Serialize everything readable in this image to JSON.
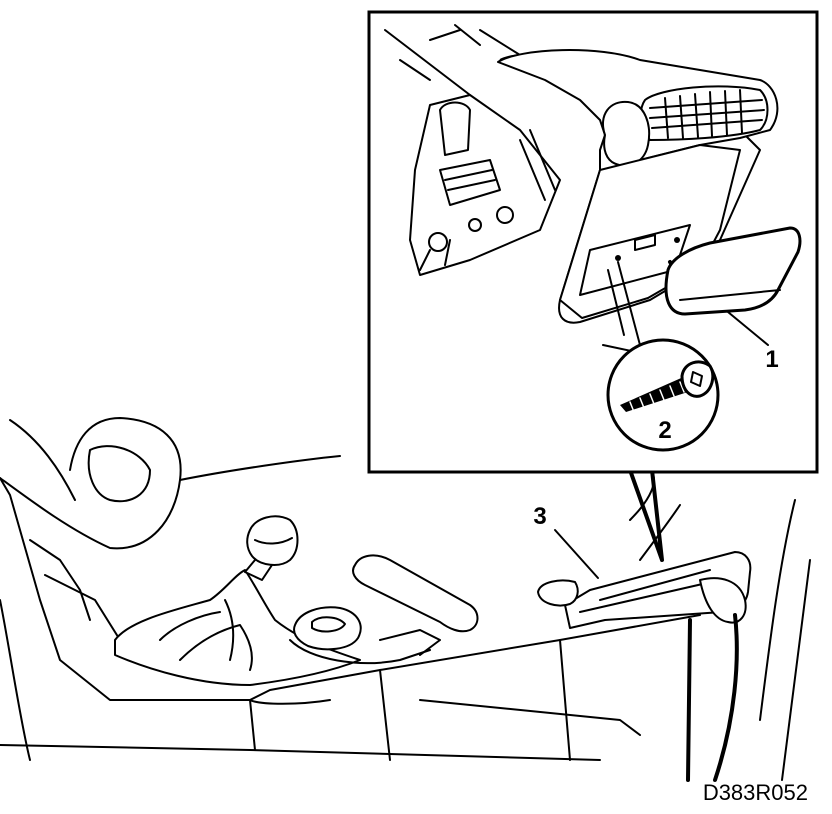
{
  "callouts": {
    "part_1": "1",
    "part_2": "2",
    "part_3": "3"
  },
  "figure_code": "D383R052"
}
